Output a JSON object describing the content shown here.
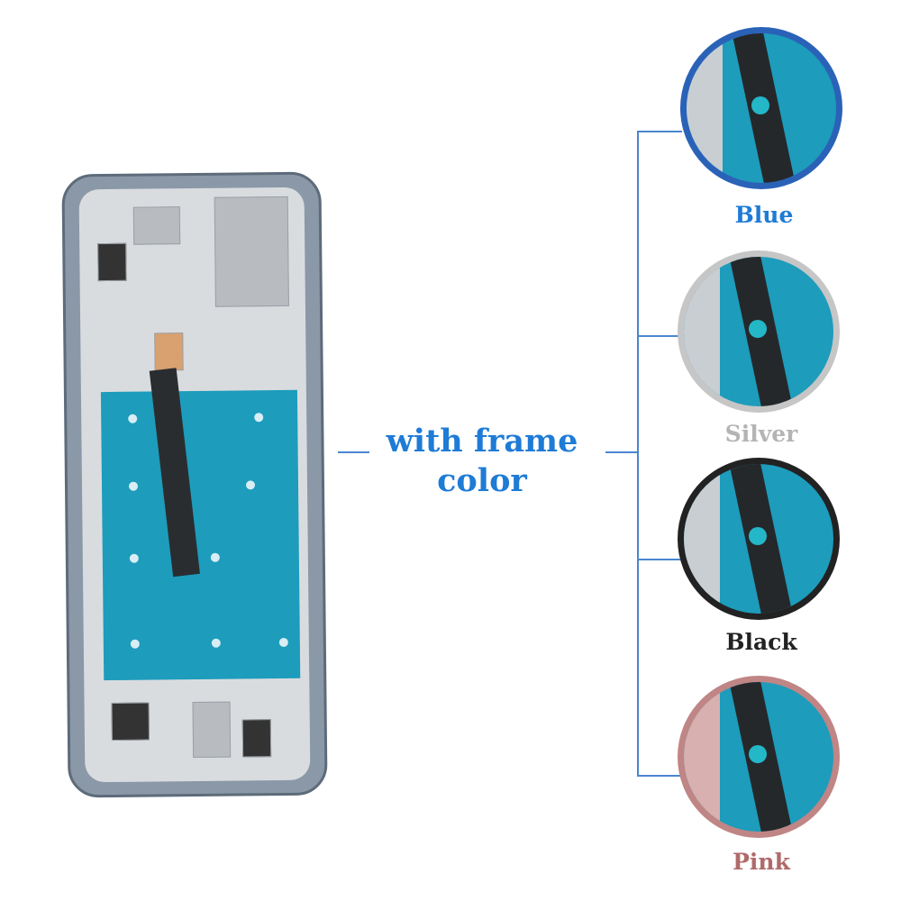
{
  "headline": {
    "line1": "with frame",
    "line2": "color"
  },
  "variants": [
    {
      "label": "Blue",
      "color": "#2a62b8",
      "label_color": "#1e7bd6"
    },
    {
      "label": "Silver",
      "color": "#c6c6c6",
      "label_color": "#b4b4b4"
    },
    {
      "label": "Black",
      "color": "#222222",
      "label_color": "#222222"
    },
    {
      "label": "Pink",
      "color": "#c08585",
      "label_color": "#b06a6a"
    }
  ]
}
